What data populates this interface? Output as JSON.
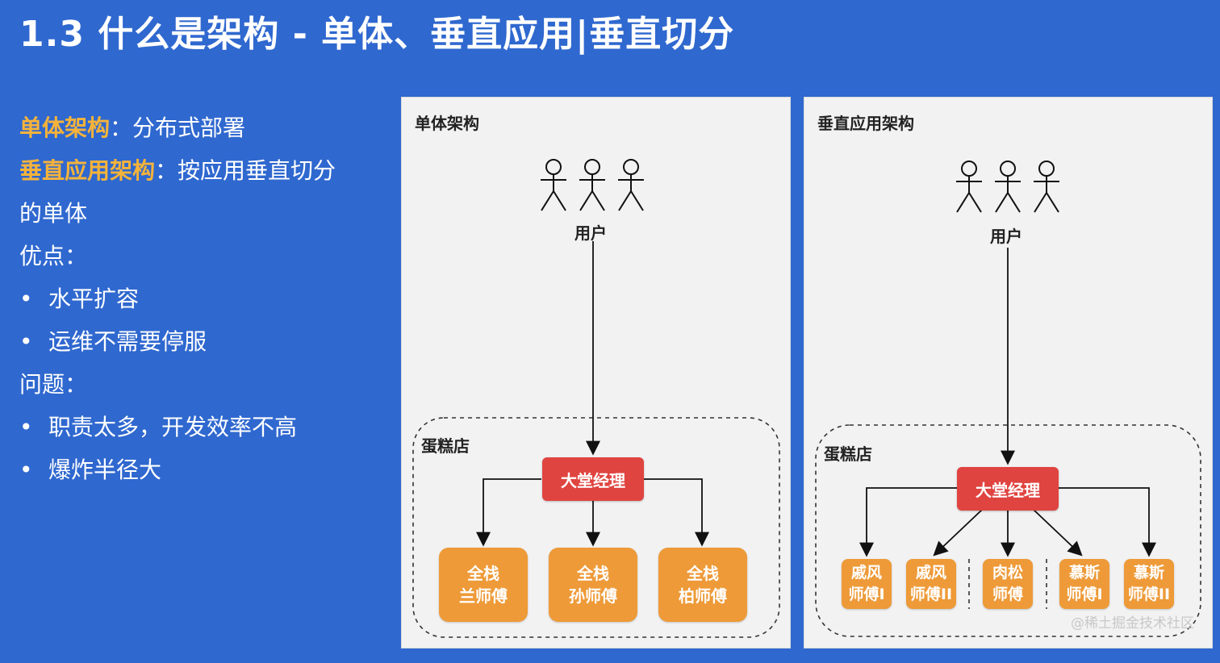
{
  "title": "1.3 什么是架构 - 单体、垂直应用|垂直切分",
  "left": {
    "line1_term": "单体架构",
    "line1_sep": "：",
    "line1_desc": "分布式部署",
    "line2_term": "垂直应用架构",
    "line2_sep": "：",
    "line2_desc": "按应用垂直切分",
    "line3": "的单体",
    "pros_heading": "优点：",
    "pros": [
      "水平扩容",
      "运维不需要停服"
    ],
    "cons_heading": "问题：",
    "cons": [
      "职责太多，开发效率不高",
      "爆炸半径大"
    ],
    "bullet": "•"
  },
  "panel_left": {
    "title": "单体架构",
    "user_label": "用户",
    "shop_label": "蛋糕店",
    "manager": "大堂经理",
    "chefs": [
      {
        "line1": "全栈",
        "line2": "兰师傅"
      },
      {
        "line1": "全栈",
        "line2": "孙师傅"
      },
      {
        "line1": "全栈",
        "line2": "柏师傅"
      }
    ]
  },
  "panel_right": {
    "title": "垂直应用架构",
    "user_label": "用户",
    "shop_label": "蛋糕店",
    "manager": "大堂经理",
    "chefs": [
      {
        "line1": "戚风",
        "line2": "师傅I"
      },
      {
        "line1": "戚风",
        "line2": "师傅II"
      },
      {
        "line1": "肉松",
        "line2": "师傅"
      },
      {
        "line1": "慕斯",
        "line2": "师傅I"
      },
      {
        "line1": "慕斯",
        "line2": "师傅II"
      }
    ]
  },
  "watermark": "@稀土掘金技术社区",
  "colors": {
    "background": "#2f68cf",
    "highlight": "#f6b33a",
    "manager": "#e04440",
    "chef": "#ee9a38"
  }
}
